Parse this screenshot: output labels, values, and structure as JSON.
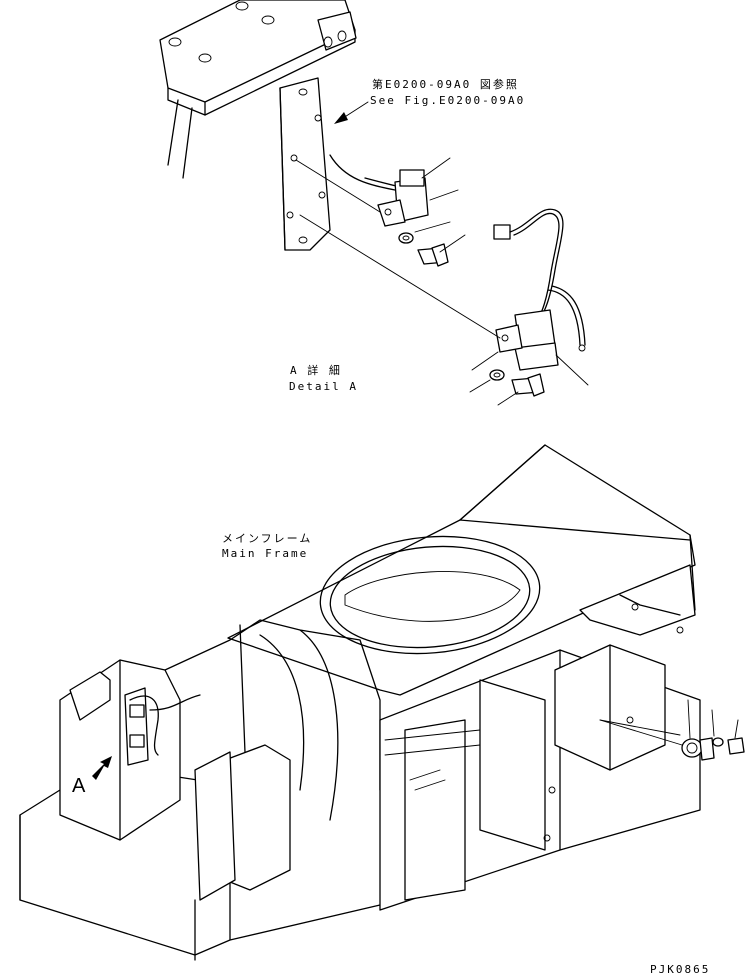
{
  "labels": {
    "ref_jp": "第E0200-09A0 図参照",
    "ref_en": "See Fig.E0200-09A0",
    "detail_jp": "A 詳 細",
    "detail_en": "Detail A",
    "frame_jp": "メインフレーム",
    "frame_en": "Main Frame",
    "view_marker": "A",
    "drawing_code": "PJK0865"
  }
}
